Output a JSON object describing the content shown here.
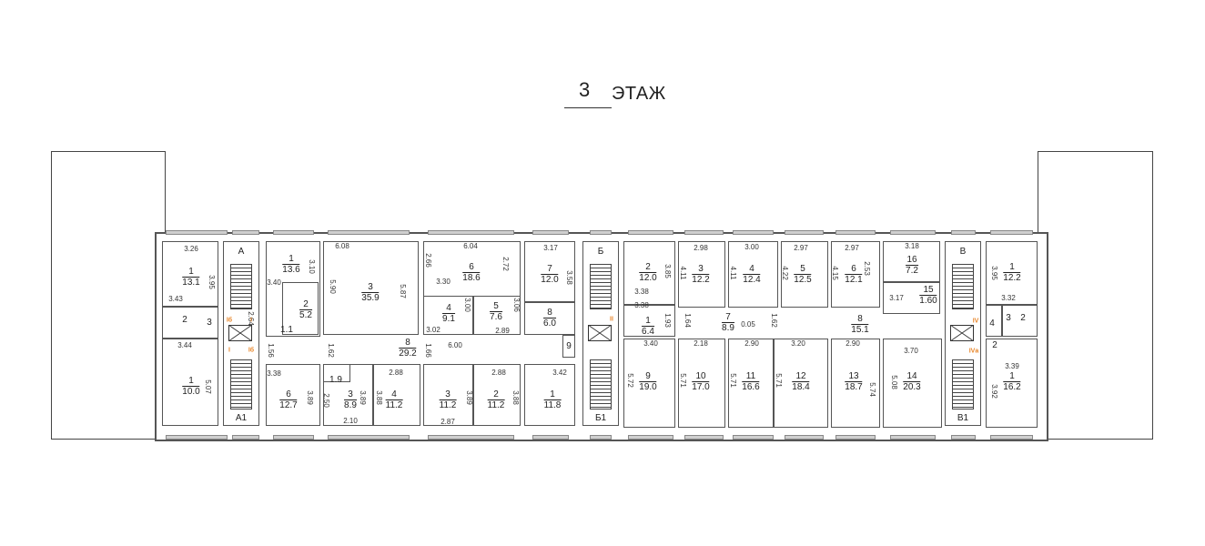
{
  "title": {
    "number": "3",
    "word": "ЭТАЖ"
  },
  "stairs": [
    "А",
    "А1",
    "Б",
    "Б1",
    "В",
    "В1"
  ],
  "rooms": [
    {
      "number": "1",
      "area": "13.1"
    },
    {
      "number": "2",
      "area": ""
    },
    {
      "number": "3",
      "area": ""
    },
    {
      "number": "1",
      "area": "10.0"
    },
    {
      "number": "1",
      "area": "13.6"
    },
    {
      "number": "2",
      "area": "5.2"
    },
    {
      "number": "1.1",
      "area": ""
    },
    {
      "number": "3",
      "area": "35.9"
    },
    {
      "number": "6",
      "area": "18.6"
    },
    {
      "number": "4",
      "area": "9.1"
    },
    {
      "number": "5",
      "area": "7.6"
    },
    {
      "number": "7",
      "area": "12.0"
    },
    {
      "number": "8",
      "area": "6.0"
    },
    {
      "number": "9",
      "area": ""
    },
    {
      "number": "8",
      "area": "29.2"
    },
    {
      "number": "6",
      "area": "12.7"
    },
    {
      "number": "1.9",
      "area": ""
    },
    {
      "number": "3",
      "area": "8.9"
    },
    {
      "number": "4",
      "area": "11.2"
    },
    {
      "number": "3",
      "area": "11.2"
    },
    {
      "number": "2",
      "area": "11.2"
    },
    {
      "number": "1",
      "area": "11.8"
    },
    {
      "number": "2",
      "area": "12.0"
    },
    {
      "number": "1",
      "area": "6.4"
    },
    {
      "number": "3",
      "area": "12.2"
    },
    {
      "number": "4",
      "area": "12.4"
    },
    {
      "number": "5",
      "area": "12.5"
    },
    {
      "number": "6",
      "area": "12.1"
    },
    {
      "number": "16",
      "area": "7.2"
    },
    {
      "number": "15",
      "area": "1.60"
    },
    {
      "number": "7",
      "area": "8.9"
    },
    {
      "number": "8",
      "area": "15.1"
    },
    {
      "number": "9",
      "area": "19.0"
    },
    {
      "number": "10",
      "area": "17.0"
    },
    {
      "number": "11",
      "area": "16.6"
    },
    {
      "number": "12",
      "area": "18.4"
    },
    {
      "number": "13",
      "area": "18.7"
    },
    {
      "number": "14",
      "area": "20.3"
    },
    {
      "number": "1",
      "area": "12.2"
    },
    {
      "number": "4",
      "area": ""
    },
    {
      "number": "3",
      "area": ""
    },
    {
      "number": "2",
      "area": ""
    },
    {
      "number": "2",
      "area": ""
    },
    {
      "number": "1",
      "area": "16.2"
    }
  ],
  "dimensions": [
    "3.26",
    "3.95",
    "3.43",
    "3.44",
    "5.07",
    "3.10",
    "3.40",
    "2.64",
    "1.56",
    "6.08",
    "5.90",
    "5.87",
    "6.04",
    "2.66",
    "2.72",
    "3.30",
    "3.00",
    "3.02",
    "3.06",
    "2.89",
    "3.17",
    "3.58",
    "1.62",
    "1.66",
    "6.00",
    "3.38",
    "3.89",
    "2.50",
    "3.89",
    "3.88",
    "2.10",
    "2.88",
    "3.89",
    "2.87",
    "2.88",
    "3.88",
    "3.42",
    "3.85",
    "3.38",
    "3.38",
    "1.93",
    "3.40",
    "2.98",
    "4.11",
    "3.00",
    "4.11",
    "2.97",
    "4.22",
    "2.97",
    "4.15",
    "2.53",
    "3.18",
    "3.17",
    "1.64",
    "1.62",
    "0.05",
    "2.18",
    "2.90",
    "3.20",
    "2.90",
    "3.70",
    "5.72",
    "5.71",
    "5.71",
    "5.71",
    "5.74",
    "5.08",
    "3.95",
    "3.32",
    "3.39",
    "3.92"
  ],
  "markers": [
    "Iб",
    "I",
    "I",
    "Iб",
    "II",
    "IV",
    "IVа"
  ]
}
